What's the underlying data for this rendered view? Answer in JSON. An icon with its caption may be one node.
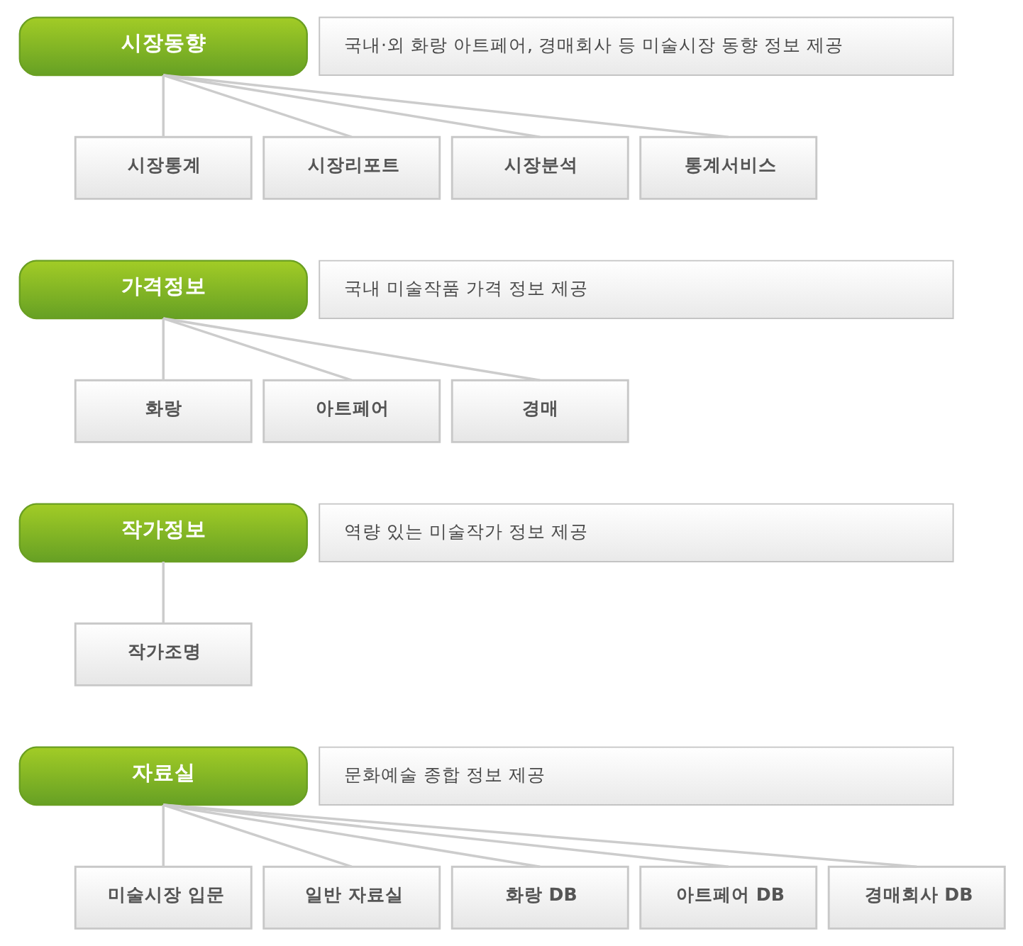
{
  "diagram": {
    "nodes": [
      {
        "text": [
          "시장동향"
        ]
      },
      {
        "text": [
          "국내·외 화랑 아트페어, 경매회사 등 미술시장 동향 정보 제공"
        ]
      },
      {
        "text": [
          "시장통계"
        ]
      },
      {
        "text": [
          "시장리포트"
        ]
      },
      {
        "text": [
          "시장분석"
        ]
      },
      {
        "text": [
          "통계서비스"
        ]
      },
      {
        "text": [
          "가격정보"
        ]
      },
      {
        "text": [
          "국내 미술작품 가격 정보 제공"
        ]
      },
      {
        "text": [
          "화랑"
        ]
      },
      {
        "text": [
          "아트페어"
        ]
      },
      {
        "text": [
          "경매"
        ]
      },
      {
        "text": [
          "작가정보"
        ]
      },
      {
        "text": [
          "역량 있는 미술작가 정보 제공"
        ]
      },
      {
        "text": [
          "작가조명"
        ]
      },
      {
        "text": [
          "자료실"
        ]
      },
      {
        "text": [
          "문화예술 종합 정보 제공"
        ]
      },
      {
        "text": [
          "미술시장 입문"
        ]
      },
      {
        "text": [
          "일반 자료실"
        ]
      },
      {
        "text": [
          "화랑 DB"
        ]
      },
      {
        "text": [
          "아트페어 DB"
        ]
      },
      {
        "text": [
          "경매회사 DB"
        ]
      }
    ],
    "edges": [
      {
        "from": 0,
        "to": 2,
        "arrow": "none"
      },
      {
        "from": 0,
        "to": 3,
        "arrow": "none"
      },
      {
        "from": 0,
        "to": 4,
        "arrow": "none"
      },
      {
        "from": 0,
        "to": 5,
        "arrow": "none"
      },
      {
        "from": 6,
        "to": 8,
        "arrow": "none"
      },
      {
        "from": 6,
        "to": 9,
        "arrow": "none"
      },
      {
        "from": 6,
        "to": 10,
        "arrow": "none"
      },
      {
        "from": 11,
        "to": 13,
        "arrow": "none"
      },
      {
        "from": 14,
        "to": 16,
        "arrow": "none"
      },
      {
        "from": 14,
        "to": 17,
        "arrow": "none"
      },
      {
        "from": 14,
        "to": 18,
        "arrow": "none"
      },
      {
        "from": 14,
        "to": 19,
        "arrow": "none"
      },
      {
        "from": 14,
        "to": 20,
        "arrow": "none"
      }
    ]
  }
}
